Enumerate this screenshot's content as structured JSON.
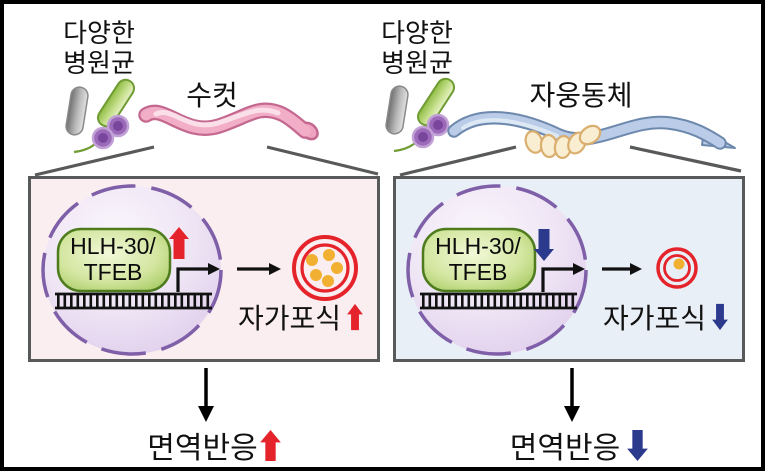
{
  "figure": {
    "type": "scientific-diagram",
    "topic": "HLH-30/TFEB autophagy and immune response in C. elegans sexes"
  },
  "colors": {
    "red_accent": "#e4232b",
    "blue_accent": "#2c3a8e",
    "panel_left_bg": "#fbeef0",
    "panel_right_bg": "#e9eff7",
    "panel_border": "#58595b",
    "cell_membrane": "#7e5fa8",
    "gene_box_border": "#4e7b1d",
    "vesicle_dot": "#f2b033",
    "worm_male": "#f2aec6",
    "worm_hermaphrodite": "#bacce7"
  },
  "top": {
    "left": {
      "pathogen_line1": "다양한",
      "pathogen_line2": "병원균",
      "worm_label": "수컷"
    },
    "right": {
      "pathogen_line1": "다양한",
      "pathogen_line2": "병원균",
      "worm_label": "자웅동체"
    }
  },
  "panels": {
    "left": {
      "gene_line1": "HLH-30/",
      "gene_line2": "TFEB",
      "gene_direction": "up",
      "autophagy_label": "자가포식",
      "autophagy_direction": "up"
    },
    "right": {
      "gene_line1": "HLH-30/",
      "gene_line2": "TFEB",
      "gene_direction": "down",
      "autophagy_label": "자가포식",
      "autophagy_direction": "down"
    }
  },
  "bottom": {
    "left": {
      "label": "면역반응",
      "direction": "up"
    },
    "right": {
      "label": "면역반응",
      "direction": "down"
    }
  }
}
